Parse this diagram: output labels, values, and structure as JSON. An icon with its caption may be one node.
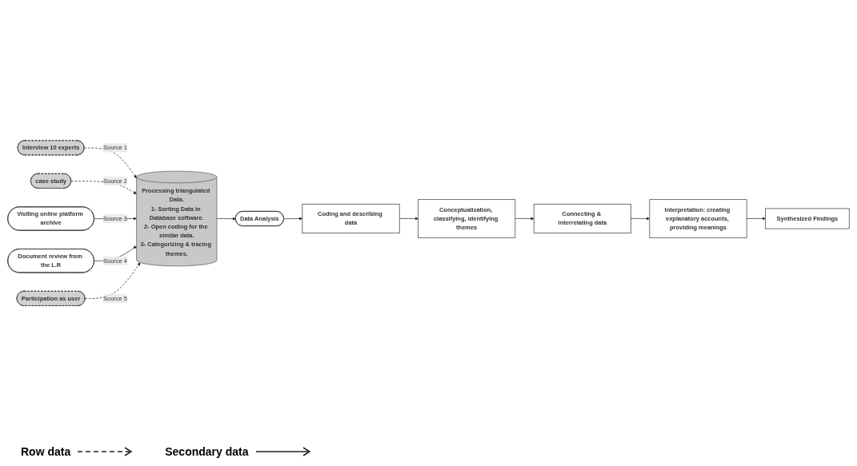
{
  "diagram": {
    "nodes": [
      {
        "text": [
          "Interview 10 experts"
        ]
      },
      {
        "text": [
          "case study"
        ]
      },
      {
        "text": [
          "Visiting online platform archive"
        ]
      },
      {
        "text": [
          "Document review from the L.R"
        ]
      },
      {
        "text": [
          "Participation as user"
        ]
      },
      {
        "text": [
          "Processing triangulated Data.",
          "1- Sorting Data in Database software.",
          "2- Open coding for the similar data.",
          "3- Categorizing & tracing themes."
        ]
      },
      {
        "text": [
          "Data Analysis"
        ]
      },
      {
        "text": [
          "Coding and describing data"
        ]
      },
      {
        "text": [
          "Conceptualization, classifying, identifying themes"
        ]
      },
      {
        "text": [
          "Connecting & interrelating data"
        ]
      },
      {
        "text": [
          "Interpretation: creating explanatory accounts, providing meanings"
        ]
      },
      {
        "text": [
          "Synthesized Findings"
        ]
      }
    ],
    "edges": [
      {
        "from": 0,
        "to": 5,
        "arrow": "to",
        "label": "Source 1",
        "style": "dashed"
      },
      {
        "from": 1,
        "to": 5,
        "arrow": "to",
        "label": "Source 2",
        "style": "dashed"
      },
      {
        "from": 2,
        "to": 5,
        "arrow": "to",
        "label": "Source 3"
      },
      {
        "from": 3,
        "to": 5,
        "arrow": "to",
        "label": "Source 4"
      },
      {
        "from": 4,
        "to": 5,
        "arrow": "to",
        "label": "Source 5",
        "style": "dashed"
      },
      {
        "from": 5,
        "to": 6,
        "arrow": "to"
      },
      {
        "from": 6,
        "to": 7,
        "arrow": "to"
      },
      {
        "from": 7,
        "to": 8,
        "arrow": "to"
      },
      {
        "from": 8,
        "to": 9,
        "arrow": "to"
      },
      {
        "from": 9,
        "to": 10,
        "arrow": "to"
      },
      {
        "from": 10,
        "to": 11,
        "arrow": "to"
      }
    ],
    "legend": [
      {
        "text": "Row data"
      },
      {
        "text": "Secondary data"
      }
    ]
  }
}
